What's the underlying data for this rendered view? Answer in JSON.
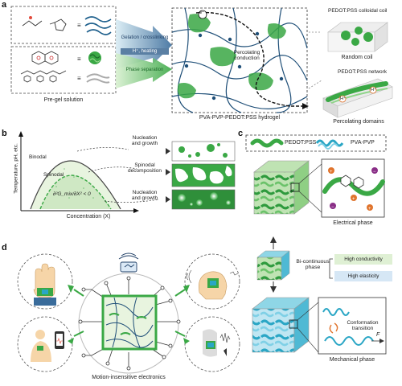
{
  "panels": {
    "a": {
      "label": "a",
      "pregel_label": "Pre-gel solution",
      "arrow_top": "Gelation / crosslinking",
      "arrow_mid": "H⁺, heating",
      "arrow_bot": "Phase separation",
      "hydrogel_label": "PVA-PVP-PEDOT:PSS hydrogel",
      "percolating_text": "Percolating\nconduction",
      "electron_symbol": "e⁻",
      "colloid_label": "PEDOT:PSS colloidal coil",
      "random_coil_label": "Random coil",
      "network_label": "PEDOT:PSS network",
      "domains_label": "Percolating domains",
      "hplus": "H⁺"
    },
    "b": {
      "label": "b",
      "ylabel": "Temperature, pH, etc.",
      "xlabel": "Concentration (X)",
      "binodal": "Binodal",
      "spinodal": "Spinodal",
      "equation": "∂²G_mix/∂X² < 0",
      "nucleation1": "Nucleation\nand growth",
      "spinodal_decomp": "Spinodal\ndecomposition",
      "nucleation2": "Nucleation\nand growth"
    },
    "c": {
      "label": "c",
      "legend_pedot": "PEDOT:PSS",
      "legend_pva": "PVA-PVP",
      "electrical_phase": "Electrical phase",
      "bicontinuous": "Bi-continuous\nphase",
      "high_conductivity": "High conductivity",
      "high_elasticity": "High elasticity",
      "conformation": "Conformation\ntransition",
      "force": "F",
      "mechanical_phase": "Mechanical phase"
    },
    "d": {
      "label": "d",
      "caption": "Motion-insensitive electronics"
    }
  },
  "colors": {
    "green": "#3aa845",
    "light_green": "#cfe8c4",
    "pale_green": "#e6f3df",
    "teal": "#2aa6c5",
    "light_teal": "#cbeaf3",
    "navy": "#1f3f66",
    "orange": "#e0742d",
    "purple": "#8a2f87",
    "grey": "#8a8a8a"
  }
}
